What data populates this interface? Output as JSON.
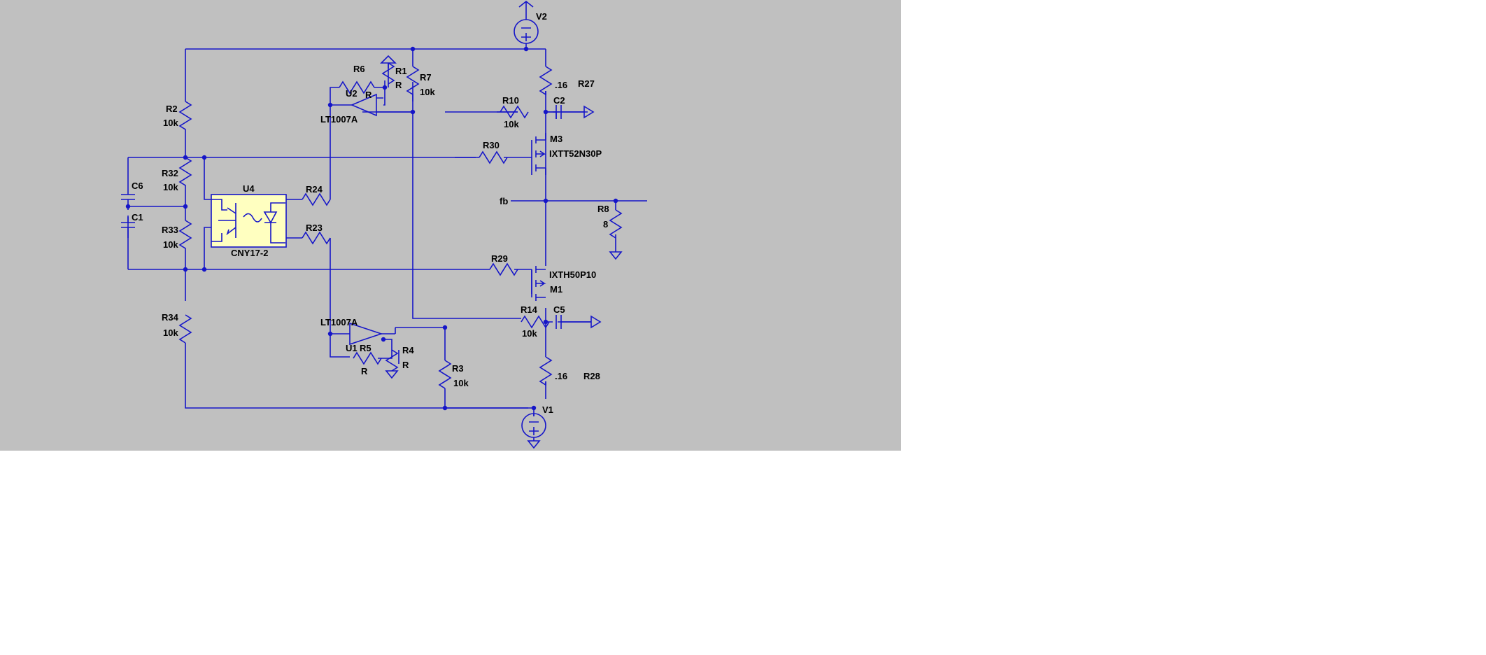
{
  "schematic": {
    "sources": [
      {
        "name": "V2"
      },
      {
        "name": "V1"
      }
    ],
    "resistors": [
      {
        "name": "R2",
        "value": "10k"
      },
      {
        "name": "R32",
        "value": "10k"
      },
      {
        "name": "R33",
        "value": "10k"
      },
      {
        "name": "R34",
        "value": "10k"
      },
      {
        "name": "R6",
        "value": "R"
      },
      {
        "name": "R1",
        "value": "R"
      },
      {
        "name": "R7",
        "value": "10k"
      },
      {
        "name": "R10",
        "value": "10k"
      },
      {
        "name": "R30",
        "value": ""
      },
      {
        "name": "R24",
        "value": ""
      },
      {
        "name": "R23",
        "value": ""
      },
      {
        "name": "R29",
        "value": ""
      },
      {
        "name": "R14",
        "value": "10k"
      },
      {
        "name": "R3",
        "value": "10k"
      },
      {
        "name": "R5",
        "value": "R"
      },
      {
        "name": "R4",
        "value": "R"
      },
      {
        "name": "R27",
        "value": ".16"
      },
      {
        "name": "R28",
        "value": ".16"
      },
      {
        "name": "R8",
        "value": "8"
      }
    ],
    "capacitors": [
      {
        "name": "C6"
      },
      {
        "name": "C1"
      },
      {
        "name": "C2"
      },
      {
        "name": "C5"
      }
    ],
    "opamps": [
      {
        "name": "U2",
        "part": "LT1007A"
      },
      {
        "name": "U1",
        "part": "LT1007A"
      }
    ],
    "transistors": [
      {
        "name": "M3",
        "part": "IXTT52N30P"
      },
      {
        "name": "M1",
        "part": "IXTH50P10"
      }
    ],
    "optocoupler": {
      "name": "U4",
      "part": "CNY17-2"
    },
    "net_labels": [
      {
        "name": "fb"
      }
    ],
    "colors": {
      "background": "#c0c0c0",
      "wire": "#1515c8",
      "optocoupler_fill": "#ffffc0",
      "text": "#000000"
    }
  }
}
